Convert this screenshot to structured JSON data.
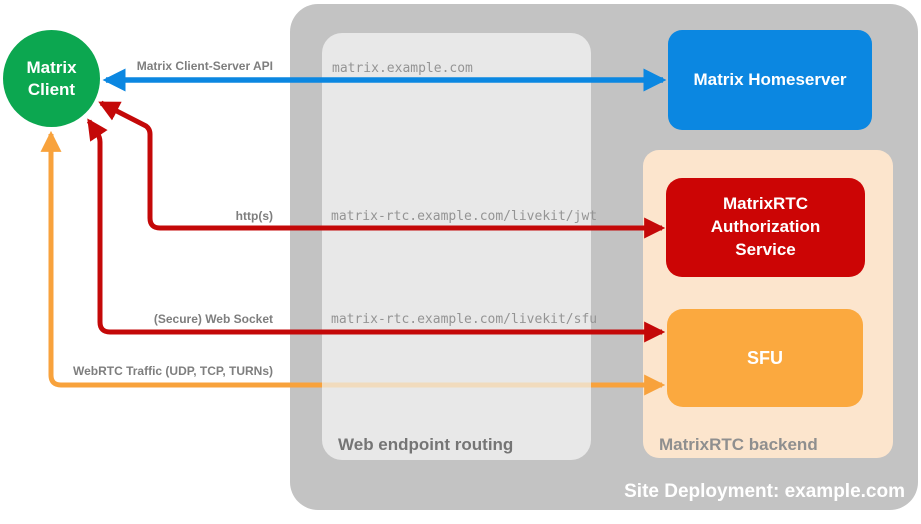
{
  "diagram": {
    "client": {
      "label": "Matrix Client"
    },
    "homeserver": {
      "label": "Matrix Homeserver"
    },
    "auth_service": {
      "label": "MatrixRTC Authorization Service"
    },
    "sfu": {
      "label": "SFU"
    },
    "routing": {
      "title": "Web endpoint routing",
      "endpoints": [
        "matrix.example.com",
        "matrix-rtc.example.com/livekit/jwt",
        "matrix-rtc.example.com/livekit/sfu"
      ]
    },
    "backend": {
      "title": "MatrixRTC backend"
    },
    "deployment": {
      "title": "Site Deployment: example.com"
    },
    "connections": [
      {
        "label": "Matrix Client-Server API"
      },
      {
        "label": "http(s)"
      },
      {
        "label": "(Secure) Web Socket"
      },
      {
        "label": "WebRTC Traffic (UDP, TCP, TURNs)"
      }
    ],
    "colors": {
      "client_green": "#0CA750",
      "homeserver_blue": "#0B87E1",
      "auth_red": "#CC0505",
      "sfu_orange": "#FBA93F",
      "backend_peach": "#FCE5CD",
      "container_gray": "#C3C3C3",
      "routing_gray": "#E8E8E8",
      "arrow_red": "#C40808",
      "arrow_orange": "#F8A23C",
      "arrow_blue": "#0B87E1",
      "faded_orange": "#F1DBBD"
    }
  }
}
